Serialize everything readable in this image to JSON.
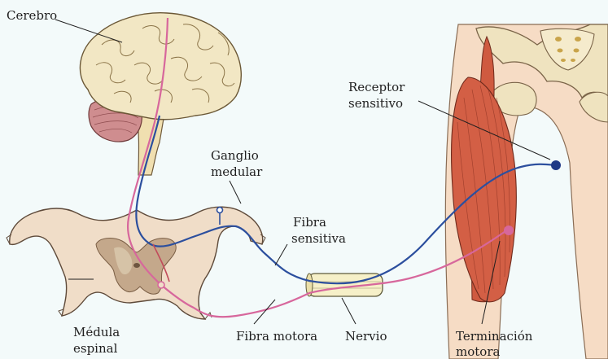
{
  "labels": {
    "brain": "Cerebro",
    "ganglion_1": "Ganglio",
    "ganglion_2": "medular",
    "receptor_1": "Receptor",
    "receptor_2": "sensitivo",
    "sensory_fiber_1": "Fibra",
    "sensory_fiber_2": "sensitiva",
    "spinal_cord_1": "Médula",
    "spinal_cord_2": "espinal",
    "motor_fiber": "Fibra motora",
    "nerve": "Nervio",
    "motor_end_1": "Terminación",
    "motor_end_2": "motora"
  },
  "colors": {
    "background": "#f3fafa",
    "sensory_fiber": "#2c4f9e",
    "motor_fiber": "#d7679c",
    "brain": "#f2e7c4",
    "cerebellum": "#cf8d8f",
    "bone": "#efe3bf",
    "skin": "#f6dcc5",
    "muscle": "#cf5a40",
    "spinal_cord": "#f0ddc8",
    "grey_matter": "#c4a88b"
  }
}
